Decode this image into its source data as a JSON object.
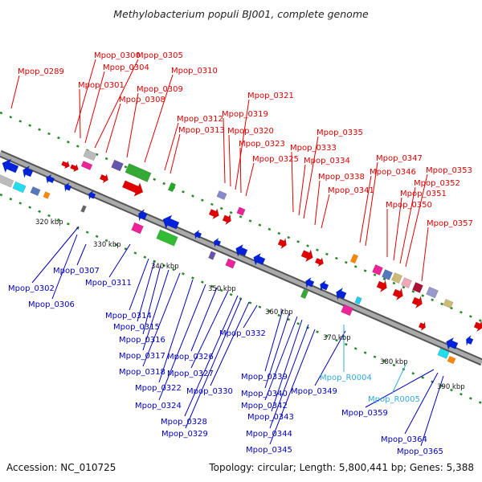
{
  "title": "Methylobacterium populi BJ001, complete genome",
  "footer": {
    "accession": "Accession: NC_010725",
    "summary": "Topology: circular; Length: 5,800,441 bp; Genes: 5,388"
  },
  "colors": {
    "plus_label": "#dd0000",
    "minus_label": "#0000bb",
    "rna_label": "#33aadd",
    "backbone": "#8a8a8a",
    "dots": "#2a8a2a"
  },
  "ticks": [
    "320 kbp",
    "330 kbp",
    "340 kbp",
    "350 kbp",
    "360 kbp",
    "370 kbp",
    "380 kbp",
    "390 kbp"
  ],
  "plus_labels": [
    "Mpop_0289",
    "Mpop_0300",
    "Mpop_0301",
    "Mpop_0304",
    "Mpop_0305",
    "Mpop_0308",
    "Mpop_0309",
    "Mpop_0310",
    "Mpop_0312",
    "Mpop_0313",
    "Mpop_0319",
    "Mpop_0320",
    "Mpop_0321",
    "Mpop_0323",
    "Mpop_0325",
    "Mpop_0333",
    "Mpop_0334",
    "Mpop_0335",
    "Mpop_0338",
    "Mpop_0341",
    "Mpop_0346",
    "Mpop_0347",
    "Mpop_0350",
    "Mpop_0351",
    "Mpop_0352",
    "Mpop_0353",
    "Mpop_0357"
  ],
  "minus_labels": [
    "Mpop_0302",
    "Mpop_0306",
    "Mpop_0307",
    "Mpop_0311",
    "Mpop_0314",
    "Mpop_0315",
    "Mpop_0316",
    "Mpop_0317",
    "Mpop_0318",
    "Mpop_0322",
    "Mpop_0324",
    "Mpop_0326",
    "Mpop_0327",
    "Mpop_0328",
    "Mpop_0329",
    "Mpop_0330",
    "Mpop_0332",
    "Mpop_0339",
    "Mpop_0340",
    "Mpop_0342",
    "Mpop_0343",
    "Mpop_0344",
    "Mpop_0345",
    "Mpop_0349",
    "Mpop_0359",
    "Mpop_0364",
    "Mpop_0365"
  ],
  "rna_labels": [
    "Mpop_R0004",
    "Mpop_R0005"
  ]
}
